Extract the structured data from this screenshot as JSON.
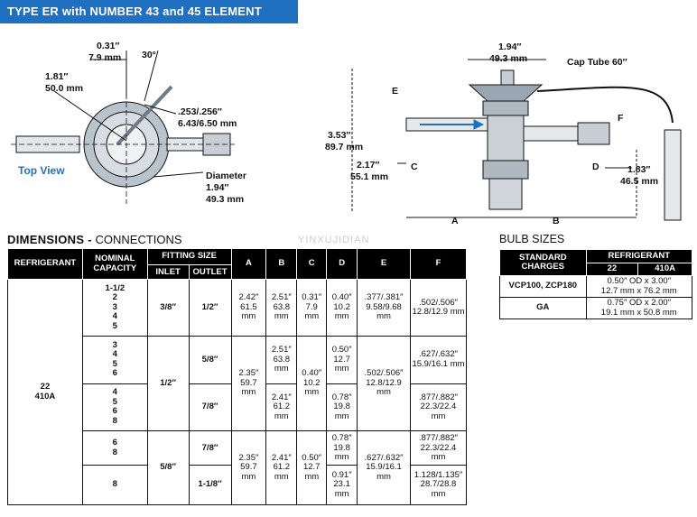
{
  "banner": {
    "title": "TYPE ER with NUMBER 43 and 45 ELEMENT"
  },
  "drawing": {
    "top_view_label": "Top View",
    "left": {
      "d1_in": "0.31″",
      "d1_mm": "7.9 mm",
      "angle": "30°",
      "d2_in": "1.81″",
      "d2_mm": "50.0 mm",
      "d3_in": ".253/.256″",
      "d3_mm": "6.43/6.50 mm",
      "diam_label": "Diameter",
      "diam_in": "1.94″",
      "diam_mm": "49.3 mm"
    },
    "right": {
      "top_in": "1.94″",
      "top_mm": "49.3 mm",
      "cap_tube": "Cap Tube 60″",
      "e": "E",
      "f": "F",
      "c": "C",
      "d": "D",
      "a": "A",
      "b": "B",
      "h1_in": "3.53″",
      "h1_mm": "89.7 mm",
      "h2_in": "2.17″",
      "h2_mm": "55.1 mm",
      "h3_in": "1.83″",
      "h3_mm": "46.5 mm"
    }
  },
  "dimensions": {
    "title_bold": "DIMENSIONS -",
    "title_rest": " CONNECTIONS",
    "headers": {
      "refrigerant": "REFRIGERANT",
      "nominal": "NOMINAL CAPACITY",
      "fitting": "FITTING SIZE",
      "inlet": "INLET",
      "outlet": "OUTLET",
      "a": "A",
      "b": "B",
      "c": "C",
      "d": "D",
      "e": "E",
      "f": "F"
    },
    "refrigerant": "22\n410A",
    "g1": {
      "cap": "1-1/2\n2\n3\n4\n5",
      "inlet": "3/8″",
      "outlet": "1/2″",
      "a": "2.42″\n61.5\nmm",
      "b": "2.51″\n63.8\nmm",
      "c": "0.31″\n7.9\nmm",
      "d": "0.40″\n10.2\nmm",
      "e": ".377/.381″\n9.58/9.68\nmm",
      "f": ".502/.506″\n12.8/12.9 mm"
    },
    "g2": {
      "cap1": "3\n4\n5\n6",
      "cap2": "4\n5\n6\n8",
      "inlet": "1/2″",
      "outlet1": "5/8″",
      "outlet2": "7/8″",
      "a": "2.35″\n59.7\nmm",
      "b1": "2.51″\n63.8\nmm",
      "b2": "2.41″\n61.2\nmm",
      "c": "0.40″\n10.2\nmm",
      "d1": "0.50″\n12.7\nmm",
      "d2": "0.78″\n19.8\nmm",
      "e": ".502/.506″\n12.8/12.9\nmm",
      "f1": ".627/.632″\n15.9/16.1 mm",
      "f2": ".877/.882″\n22.3/22.4\nmm"
    },
    "g3": {
      "cap1": "6\n8",
      "cap2": "8",
      "inlet": "5/8″",
      "outlet1": "7/8″",
      "outlet2": "1-1/8″",
      "a": "2.35″\n59.7\nmm",
      "b": "2.41″\n61.2\nmm",
      "c": "0.50″\n12.7\nmm",
      "d1": "0.78″\n19.8\nmm",
      "d2": "0.91″\n23.1\nmm",
      "e": ".627/.632″\n15.9/16.1\nmm",
      "f1": ".877/.882″\n22.3/22.4\nmm",
      "f2": "1.128/1.135″\n28.7/28.8\nmm"
    }
  },
  "bulb": {
    "title": "BULB SIZES",
    "h_std": "STANDARD CHARGES",
    "h_ref": "REFRIGERANT",
    "h_22": "22",
    "h_410a": "410A",
    "r1_name": "VCP100, ZCP180",
    "r1_val": "0.50″ OD x 3.00″\n12.7 mm x 76.2 mm",
    "r2_name": "GA",
    "r2_val": "0.75″ OD x 2.00″\n19.1 mm x 50.8 mm"
  },
  "watermark": "YINXUJIDIAN"
}
